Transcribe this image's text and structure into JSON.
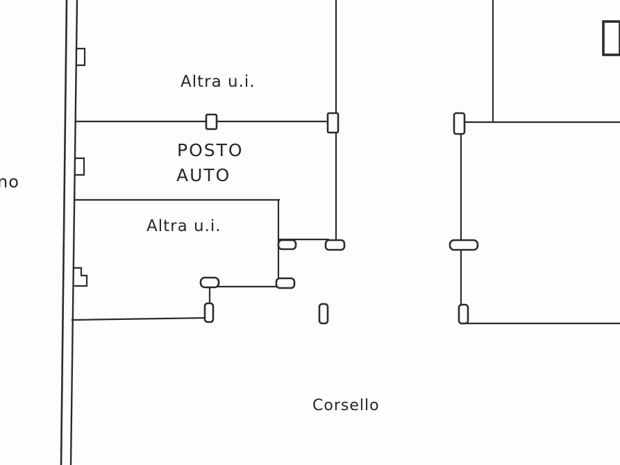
{
  "document": {
    "type": "cadastral-floor-plan-scan"
  },
  "colors": {
    "background": "#fdfdfd",
    "line": "#2b2b2b",
    "text": "#262626"
  },
  "labels": {
    "unit_top": "Altra u.i.",
    "parking_line1": "POSTO",
    "parking_line2": "AUTO",
    "unit_lower": "Altra u.i.",
    "aisle": "Corsello",
    "left_edge_fragment": "no"
  }
}
